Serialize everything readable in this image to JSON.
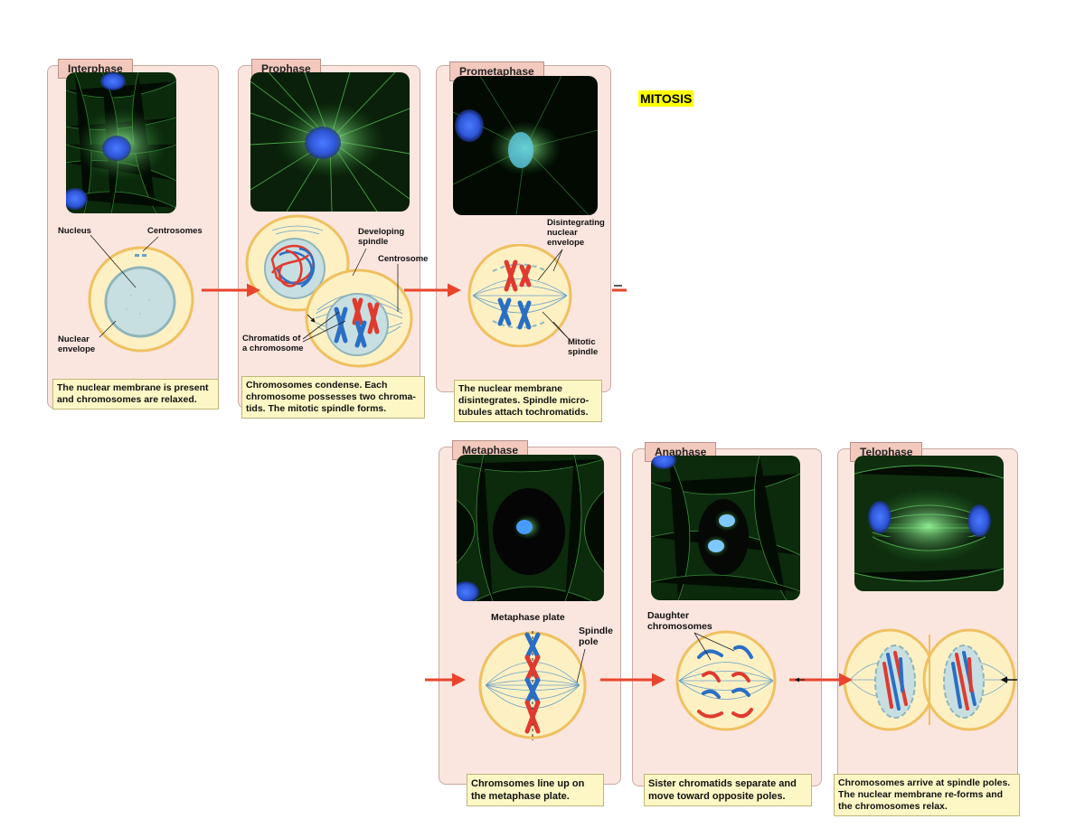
{
  "title": "MITOSIS",
  "phases": {
    "interphase": {
      "name": "Interphase",
      "caption": [
        "The nuclear membrane is present",
        "and chromosomes are relaxed."
      ],
      "labels": {
        "nucleus": "Nucleus",
        "centrosomes": "Centrosomes",
        "envelope": [
          "Nuclear",
          "envelope"
        ]
      }
    },
    "prophase": {
      "name": "Prophase",
      "caption": [
        "Chromosomes condense. Each",
        "chromosome possesses two chroma-",
        "tids. The mitotic spindle forms."
      ],
      "labels": {
        "spindle": [
          "Developing",
          "spindle"
        ],
        "centrosome": "Centrosome",
        "chromatids": [
          "Chromatids of",
          "a chromosome"
        ]
      }
    },
    "prometaphase": {
      "name": "Prometaphase",
      "caption": [
        "The nuclear membrane",
        "disintegrates. Spindle micro-",
        "tubules attach tochromatids."
      ],
      "labels": {
        "envelope": [
          "Disintegrating",
          "nuclear",
          "envelope"
        ],
        "spindle": [
          "Mitotic",
          "spindle"
        ]
      }
    },
    "metaphase": {
      "name": "Metaphase",
      "caption": [
        "Chromsomes line up on",
        "the metaphase plate."
      ],
      "labels": {
        "plate": "Metaphase plate",
        "pole": [
          "Spindle",
          "pole"
        ]
      }
    },
    "anaphase": {
      "name": "Anaphase",
      "caption": [
        "Sister chromatids separate and",
        "move toward opposite poles."
      ],
      "labels": {
        "daughter": [
          "Daughter",
          "chromosomes"
        ]
      }
    },
    "telophase": {
      "name": "Telophase",
      "caption": [
        "Chromosomes arrive at spindle poles.",
        "The nuclear membrane re-forms and",
        "the chromosomes relax."
      ]
    }
  },
  "colors": {
    "arrow": "#e8452c",
    "panel": "#fbe6df",
    "tab": "#f3c9bd",
    "caption": "#fdf7c6",
    "chrom_red": "#e03a2f",
    "chrom_blue": "#2a6fc4"
  }
}
